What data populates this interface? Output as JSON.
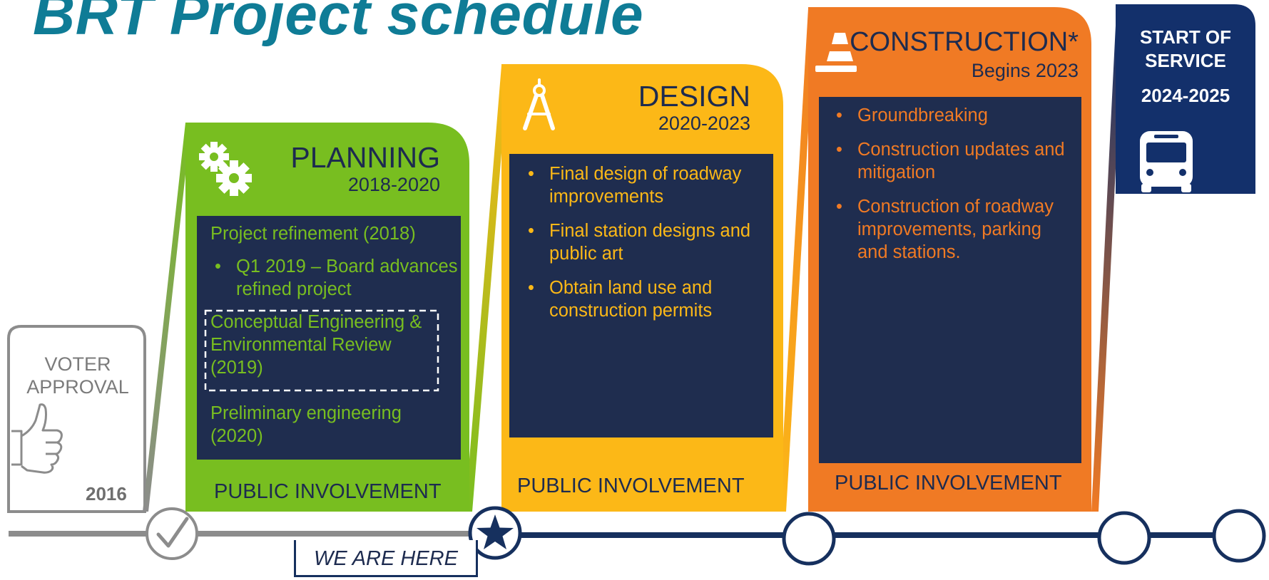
{
  "title": "BRT Project schedule",
  "voter": {
    "label_line1": "VOTER",
    "label_line2": "APPROVAL",
    "year": "2016",
    "icon": "thumbs-up-icon"
  },
  "planning": {
    "title": "PLANNING",
    "years": "2018-2020",
    "icon": "gears-icon",
    "item1": "Project refinement (2018)",
    "bullet1": "Q1 2019 – Board advances refined project",
    "item2": "Conceptual Engineering & Environmental Review (2019)",
    "item3": "Preliminary engineering (2020)",
    "public": "PUBLIC INVOLVEMENT",
    "color": "#78be20"
  },
  "design": {
    "title": "DESIGN",
    "years": "2020-2023",
    "icon": "compass-icon",
    "bullets": [
      "Final design of roadway improvements",
      "Final station designs and public art",
      "Obtain land use and construction permits"
    ],
    "public": "PUBLIC INVOLVEMENT",
    "color": "#fcb817"
  },
  "construction": {
    "title": "CONSTRUCTION*",
    "years": "Begins 2023",
    "icon": "traffic-cone-icon",
    "bullets": [
      "Groundbreaking",
      "Construction updates and mitigation",
      "Construction of roadway improvements, parking and stations."
    ],
    "public": "PUBLIC INVOLVEMENT",
    "color": "#f07a24"
  },
  "start": {
    "line1": "START OF",
    "line2": "SERVICE",
    "years": "2024-2025",
    "icon": "bus-icon",
    "color": "#13306b"
  },
  "timeline": {
    "marker_label": "WE ARE HERE",
    "milestones": [
      "check-icon",
      "star-icon",
      "circle-icon",
      "circle-icon",
      "circle-icon"
    ],
    "done_color": "#8c8c8c",
    "future_color": "#16305e"
  },
  "panel_color": "#1f2d4f"
}
